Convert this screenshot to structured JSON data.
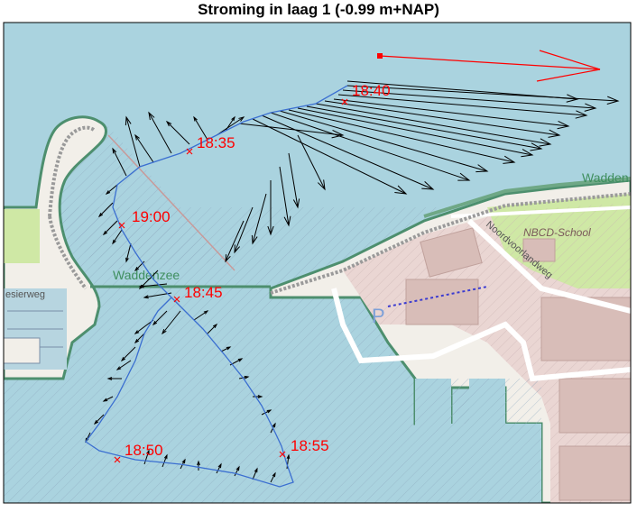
{
  "title": "Stroming in laag 1 (-0.99 m+NAP)",
  "map_labels": {
    "waddenzee_main": "Waddenzee",
    "waddenzee_right": "Wadden",
    "school": "NBCD-School",
    "street_noordvoorlandweg": "Noordvoorlandweg",
    "street_left": "esierweg",
    "parking": "P"
  },
  "time_labels": [
    "18:35",
    "18:40",
    "18:45",
    "18:50",
    "18:55",
    "19:00"
  ],
  "colors": {
    "water": "#aad3df",
    "land": "#f2efe9",
    "green": "#cfe8a5",
    "industrial": "#ead6d3",
    "building": "#d8bdb8",
    "track": "#3b6fd1",
    "time_marker": "#ff0000",
    "arrows": "#000000",
    "reference_arrow": "#ff0000"
  }
}
